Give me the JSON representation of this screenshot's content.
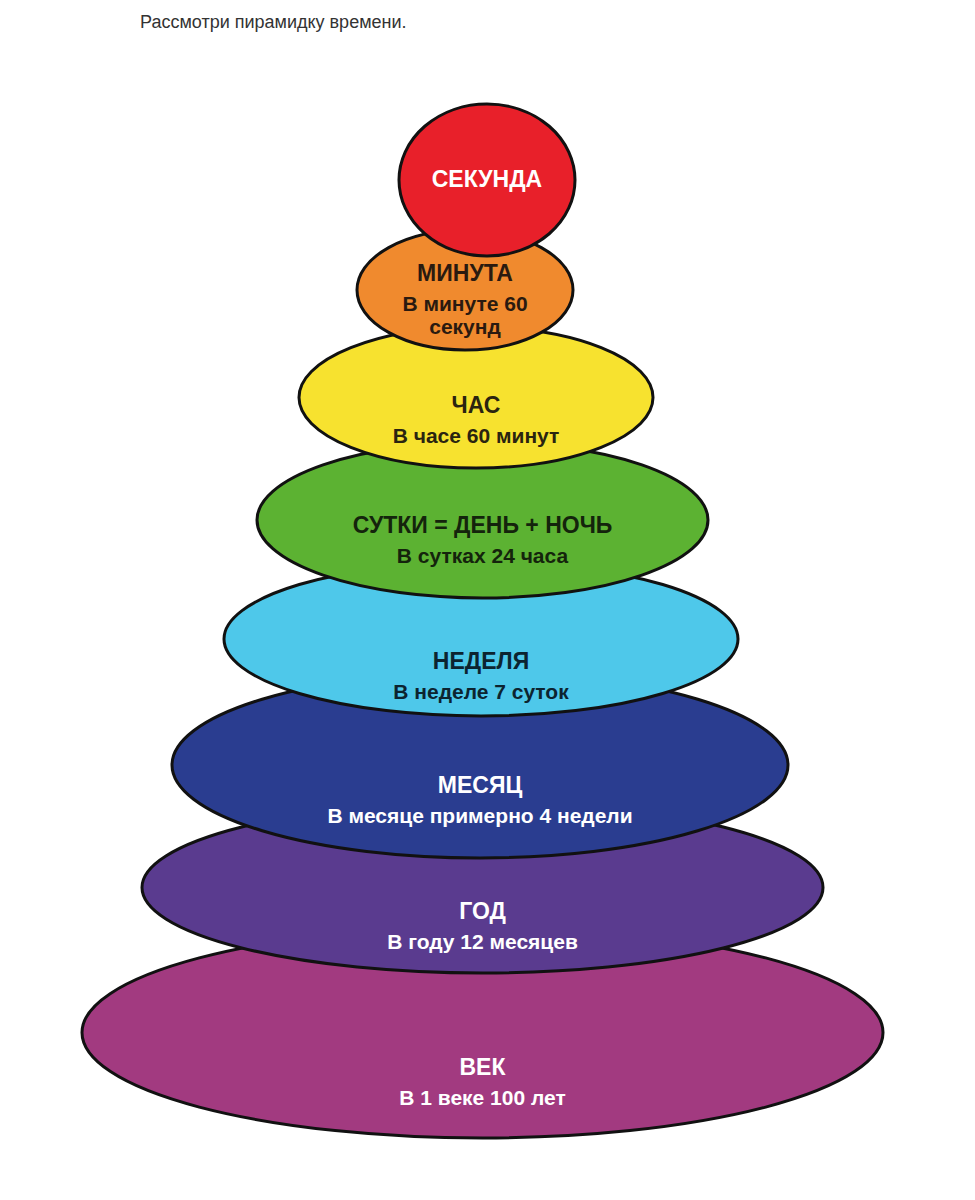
{
  "diagram": {
    "title": "Рассмотри пирамидку времени.",
    "nodes": [
      {
        "text": [
          "СЕКУНДА"
        ]
      },
      {
        "text": [
          "МИНУТА",
          "В минуте 60 секунд"
        ]
      },
      {
        "text": [
          "ЧАС",
          "В часе 60 минут"
        ]
      },
      {
        "text": [
          "СУТКИ = ДЕНЬ + НОЧЬ",
          "В сутках 24 часа"
        ]
      },
      {
        "text": [
          "НЕДЕЛЯ",
          "В неделе 7 суток"
        ]
      },
      {
        "text": [
          "МЕСЯЦ",
          "В месяце примерно 4 недели"
        ]
      },
      {
        "text": [
          "ГОД",
          "В году 12 месяцев"
        ]
      },
      {
        "text": [
          "ВЕК",
          "В 1 веке 100 лет"
        ]
      }
    ]
  }
}
